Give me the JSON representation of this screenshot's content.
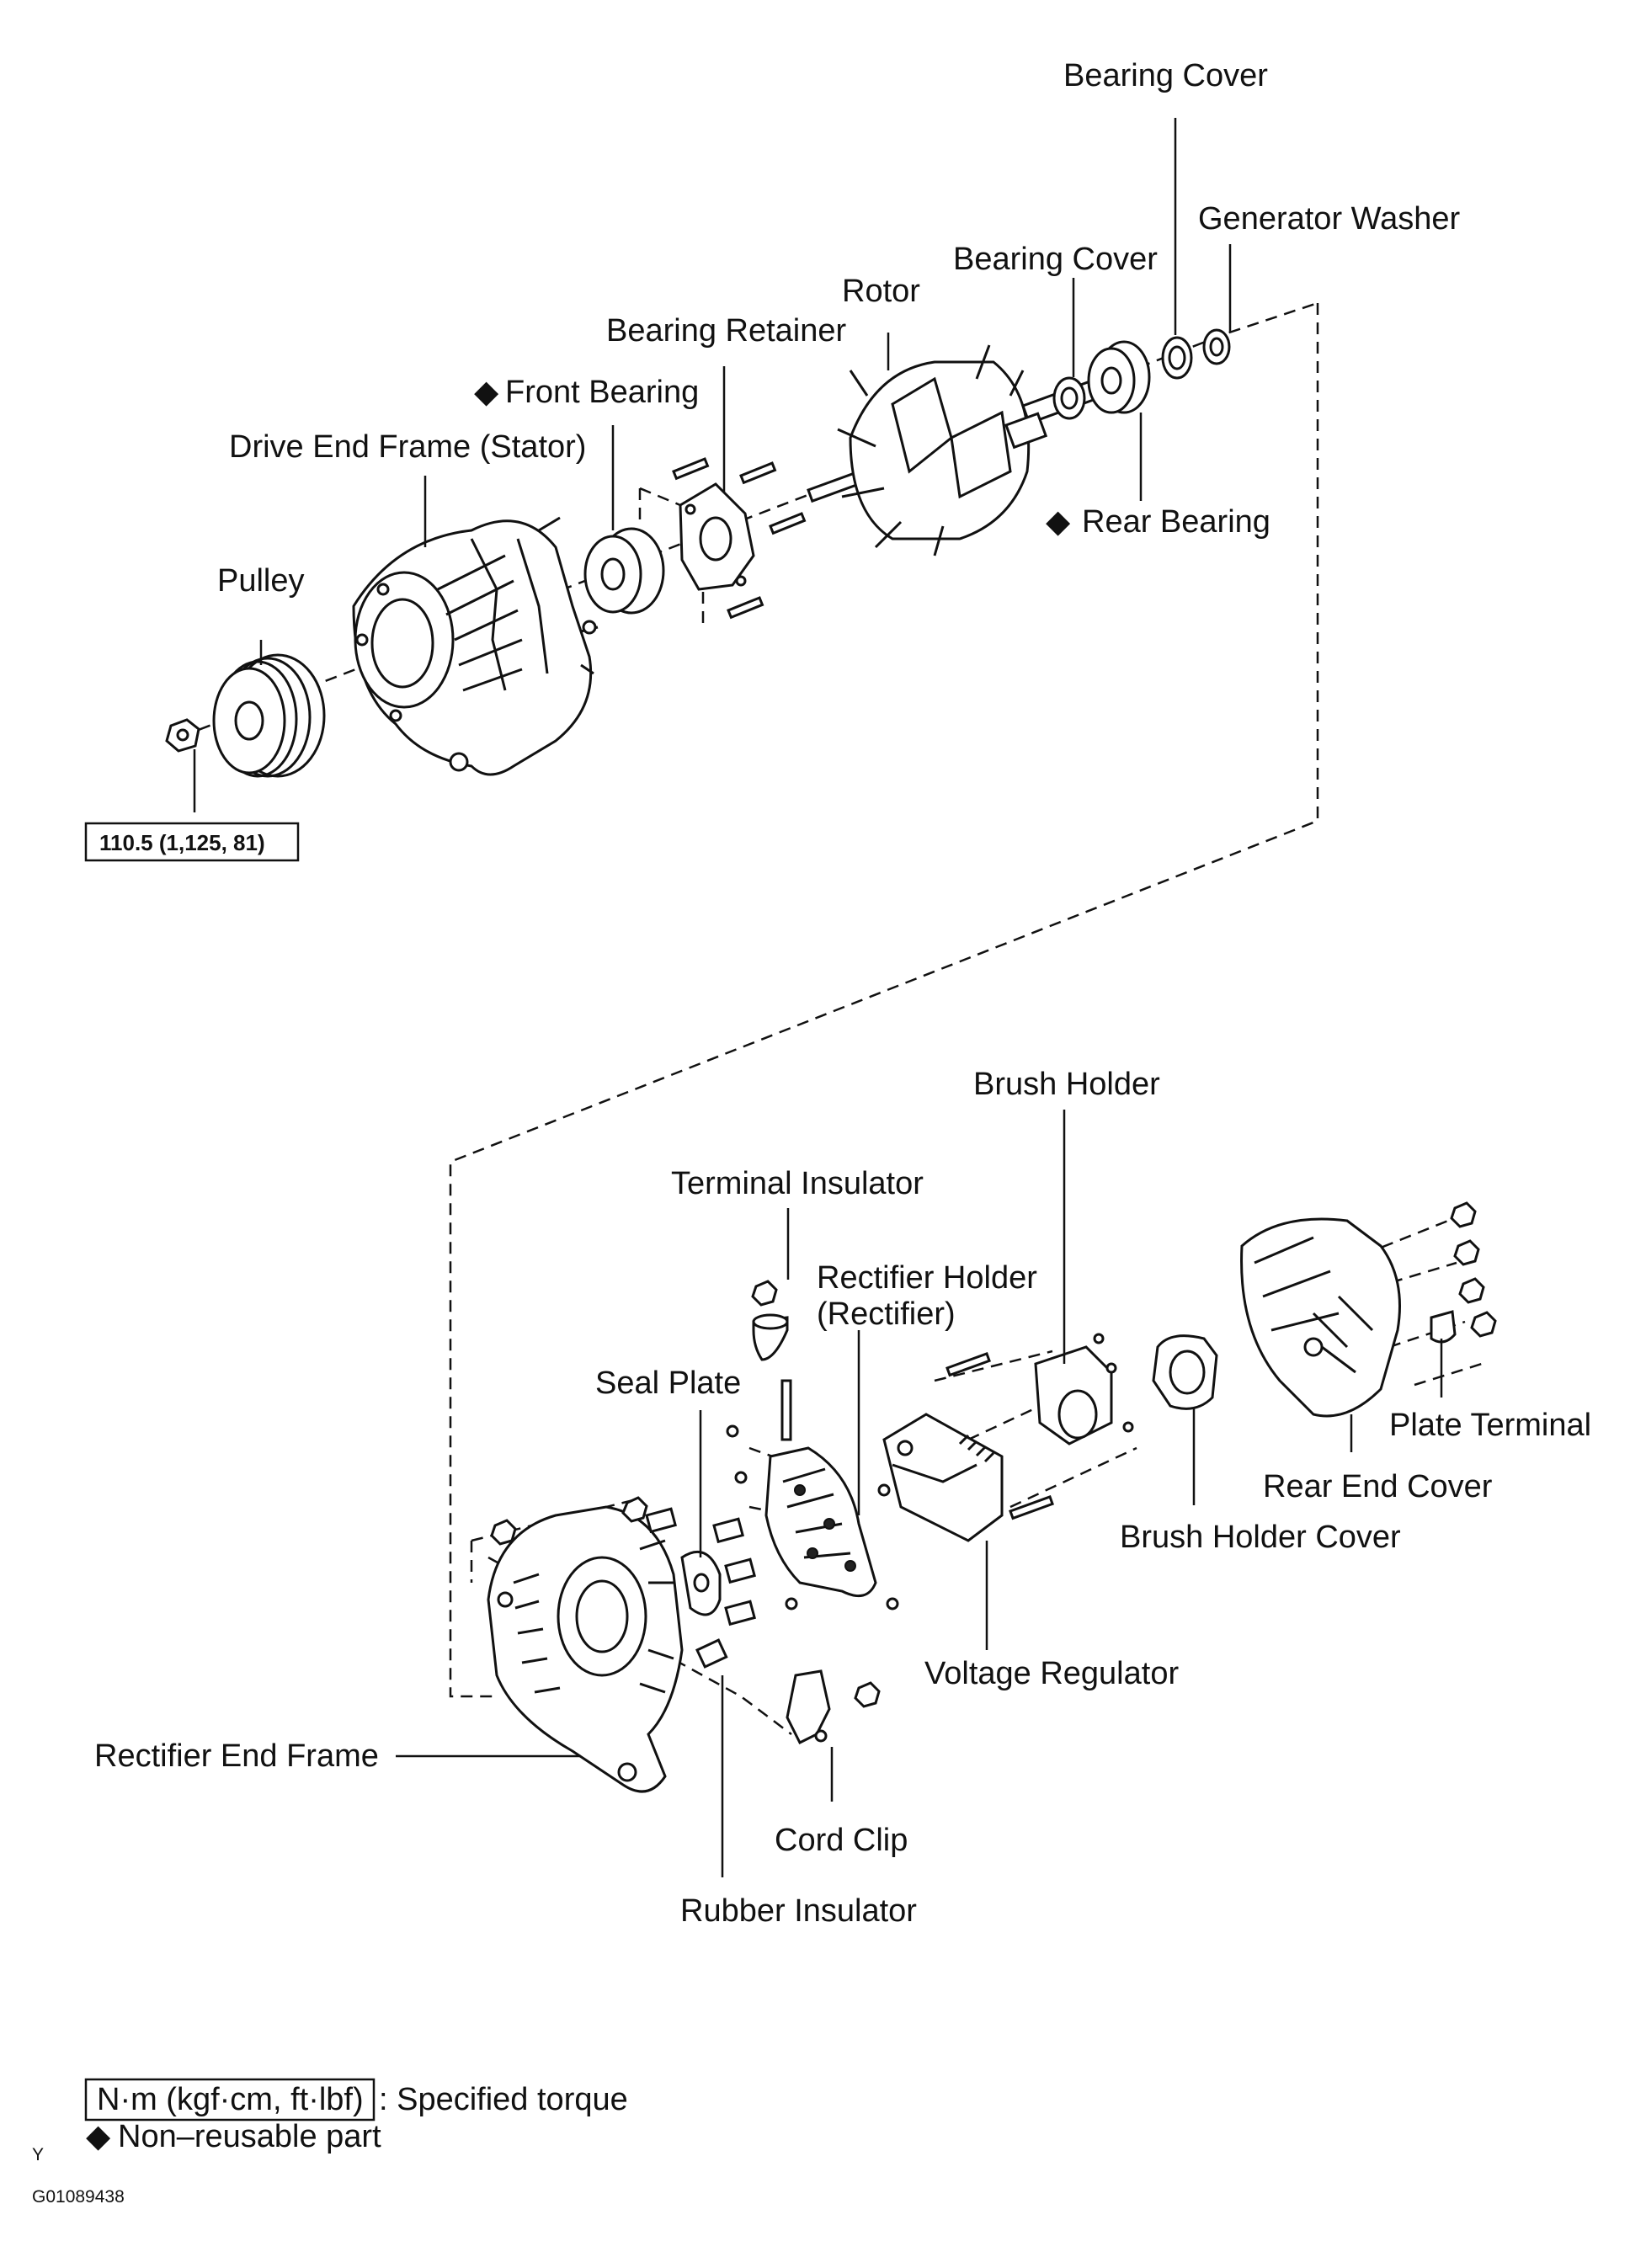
{
  "labels": {
    "bearing_cover_top": "Bearing Cover",
    "generator_washer": "Generator Washer",
    "bearing_cover": "Bearing Cover",
    "rotor": "Rotor",
    "bearing_retainer": "Bearing Retainer",
    "front_bearing": "Front Bearing",
    "drive_end_frame": "Drive End Frame (Stator)",
    "rear_bearing": "Rear Bearing",
    "pulley": "Pulley",
    "brush_holder": "Brush Holder",
    "terminal_insulator": "Terminal Insulator",
    "rectifier_holder_1": "Rectifier Holder",
    "rectifier_holder_2": "(Rectifier)",
    "seal_plate": "Seal Plate",
    "plate_terminal": "Plate Terminal",
    "rear_end_cover": "Rear End Cover",
    "brush_holder_cover": "Brush Holder Cover",
    "voltage_regulator": "Voltage Regulator",
    "rectifier_end_frame": "Rectifier End Frame",
    "cord_clip": "Cord Clip",
    "rubber_insulator": "Rubber Insulator"
  },
  "torque_spec": "110.5 (1,125, 81)",
  "legend": {
    "unit_box": "N·m (kgf·cm, ft·lbf)",
    "unit_desc": ": Specified torque",
    "nonreusable": "Non–reusable part"
  },
  "symbols": {
    "nonreusable_marker": "◆"
  },
  "footer": {
    "mark": "Y",
    "figure_id": "G01089438"
  }
}
